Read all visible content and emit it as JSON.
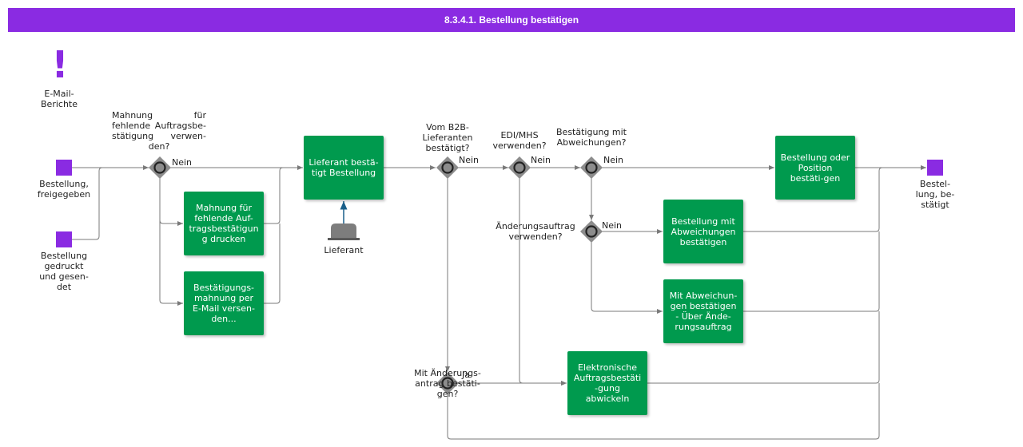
{
  "header": {
    "title": "8.3.4.1. Bestellung bestätigen"
  },
  "colors": {
    "header": "#8a2be2",
    "task": "#009a4e",
    "event": "#8a2be2",
    "gateway": "#8c8c8c",
    "line": "#7a7a7a"
  },
  "info": {
    "icon": "exclamation-icon",
    "label": "E-Mail-\nBerichte"
  },
  "events": {
    "start1": "Bestellung,\nfreigegeben",
    "start2": "Bestellung\ngedruckt\nund gesen-\ndet",
    "end": "Bestel-\nlung, be-\nstätigt"
  },
  "actor": {
    "label": "Lieferant"
  },
  "tasks": {
    "t1": "Mahnung für fehlende Auf-tragsbestätigung drucken",
    "t2": "Bestätigungs-mahnung per E-Mail versen-den...",
    "t3": "Lieferant bestä-tigt Bestellung",
    "t4": "Bestellung oder Position bestäti-gen",
    "t5": "Bestellung mit Abweichungen bestätigen",
    "t6": "Mit Abweichun-gen bestätigen - Über Ände-rungsauftrag",
    "t7": "Elektronische Auftragsbestäti-gung abwickeln"
  },
  "gateways": {
    "g1": "Mahnung für fehlende Auftragsbe-stätigung verwen-den?",
    "g2": "Vom B2B-\nLieferanten\nbestätigt?",
    "g3": "EDI/MHS\nverwenden?",
    "g4": "Bestätigung mit\nAbweichungen?",
    "g5": "Änderungsauftrag\nverwenden?",
    "g6": "Mit Änderungs-\nantrag bestäti-\ngen?"
  },
  "edge_labels": {
    "nein": "Nein",
    "ja": "Ja"
  }
}
